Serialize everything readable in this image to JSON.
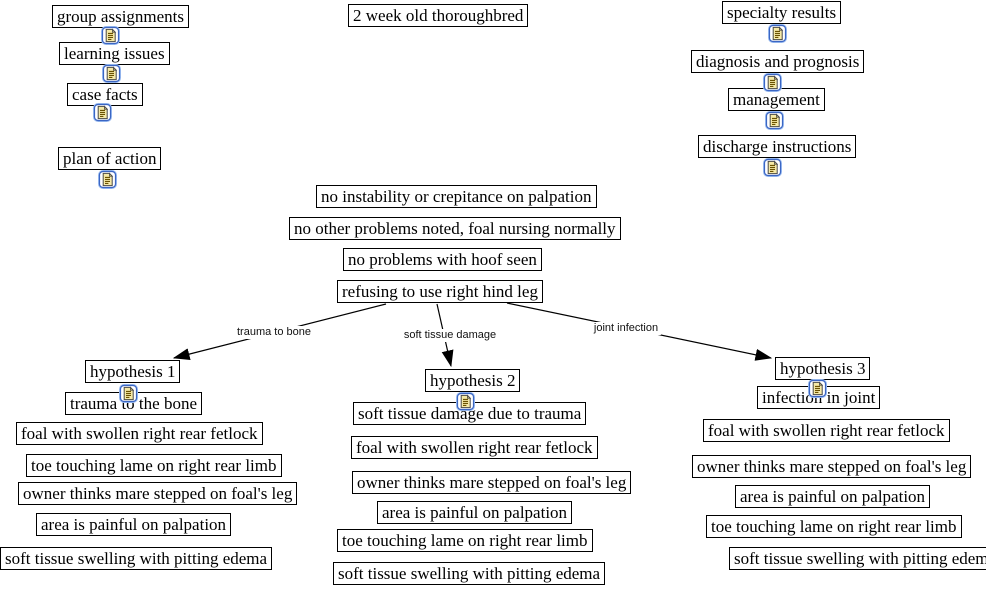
{
  "title_node": {
    "label": "2 week old thoroughbred"
  },
  "left_sequence": [
    {
      "label": "group assignments",
      "icon": "document-note-icon"
    },
    {
      "label": "learning issues",
      "icon": "document-note-icon"
    },
    {
      "label": "case facts",
      "icon": "document-note-icon"
    },
    {
      "label": "plan of action",
      "icon": "document-note-icon"
    }
  ],
  "right_sequence": [
    {
      "label": "specialty results",
      "icon": "document-note-icon"
    },
    {
      "label": "diagnosis and prognosis",
      "icon": "document-note-icon"
    },
    {
      "label": "management",
      "icon": "document-note-icon"
    },
    {
      "label": "discharge instructions",
      "icon": "document-note-icon"
    }
  ],
  "findings": [
    {
      "label": "no instability or crepitance on palpation"
    },
    {
      "label": "no other problems noted, foal nursing normally"
    },
    {
      "label": "no problems with hoof seen"
    },
    {
      "label": "refusing to use right hind leg"
    }
  ],
  "links": [
    {
      "label": "trauma to bone"
    },
    {
      "label": "soft tissue damage"
    },
    {
      "label": "joint infection"
    }
  ],
  "hypotheses": [
    {
      "title": "hypothesis 1",
      "icon": "document-note-icon",
      "subtitle": "trauma to the bone",
      "evidence": [
        {
          "label": "foal with swollen right rear fetlock"
        },
        {
          "label": "toe touching lame on right rear limb"
        },
        {
          "label": "owner thinks mare stepped on foal's leg"
        },
        {
          "label": "area is painful on palpation"
        },
        {
          "label": "soft tissue swelling with pitting edema"
        }
      ]
    },
    {
      "title": "hypothesis 2",
      "icon": "document-note-icon",
      "subtitle": "soft tissue damage due to trauma",
      "evidence": [
        {
          "label": "foal with swollen right rear fetlock"
        },
        {
          "label": "owner thinks mare stepped on foal's leg"
        },
        {
          "label": "area is painful on palpation"
        },
        {
          "label": "toe touching lame on right rear limb"
        },
        {
          "label": "soft tissue swelling with pitting edema"
        }
      ]
    },
    {
      "title": "hypothesis 3",
      "icon": "document-note-icon",
      "subtitle": "infection in joint",
      "evidence": [
        {
          "label": "foal with swollen right rear fetlock"
        },
        {
          "label": "owner thinks mare stepped on foal's leg"
        },
        {
          "label": "area is painful on palpation"
        },
        {
          "label": "toe touching lame on right rear limb"
        },
        {
          "label": "soft tissue swelling with pitting edema"
        }
      ]
    }
  ],
  "colors": {
    "box_border": "#000000",
    "box_background": "#ffffff",
    "text": "#000000",
    "connector": "#000000",
    "icon_frame_blue": "#3b66c4",
    "icon_page_yellow": "#f5e9a6"
  }
}
